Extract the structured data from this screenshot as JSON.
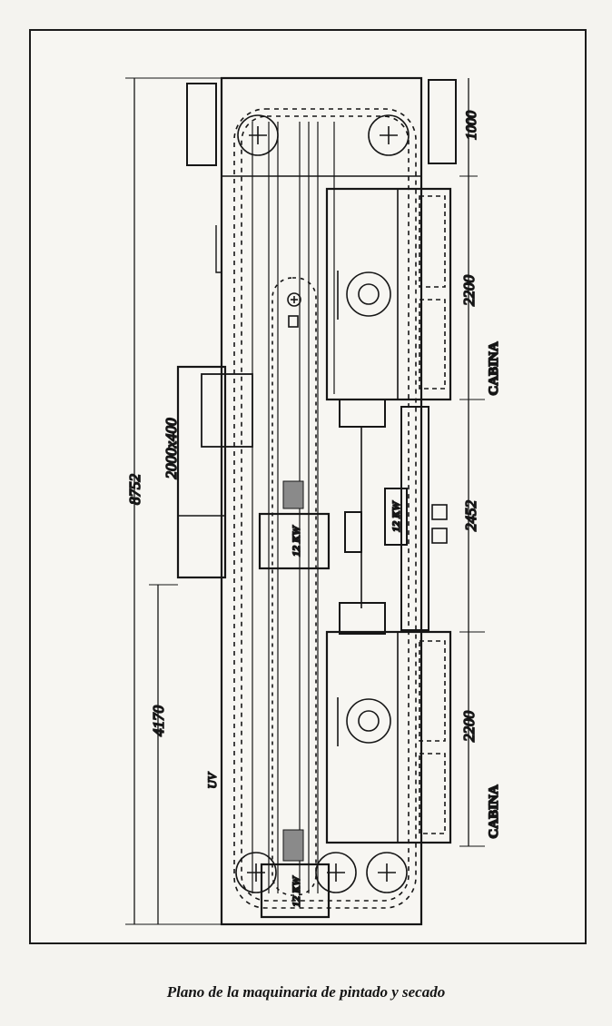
{
  "caption": "Plano de la maquinaria de pintado y secado",
  "dimensions": {
    "total_length": "8752",
    "lower_section": "4170",
    "conveyor_size": "2000x400",
    "end_section": "1000",
    "cabin_upper": "2200",
    "middle_section": "2452",
    "cabin_lower": "2200"
  },
  "labels": {
    "cabin_upper": "CABINA",
    "cabin_lower": "CABINA",
    "uv": "UV",
    "heater_center": "12 KW",
    "heater_right": "12 KW",
    "heater_bottom": "12 KW"
  },
  "colors": {
    "ink": "#141414",
    "paper": "#f7f6f2"
  }
}
